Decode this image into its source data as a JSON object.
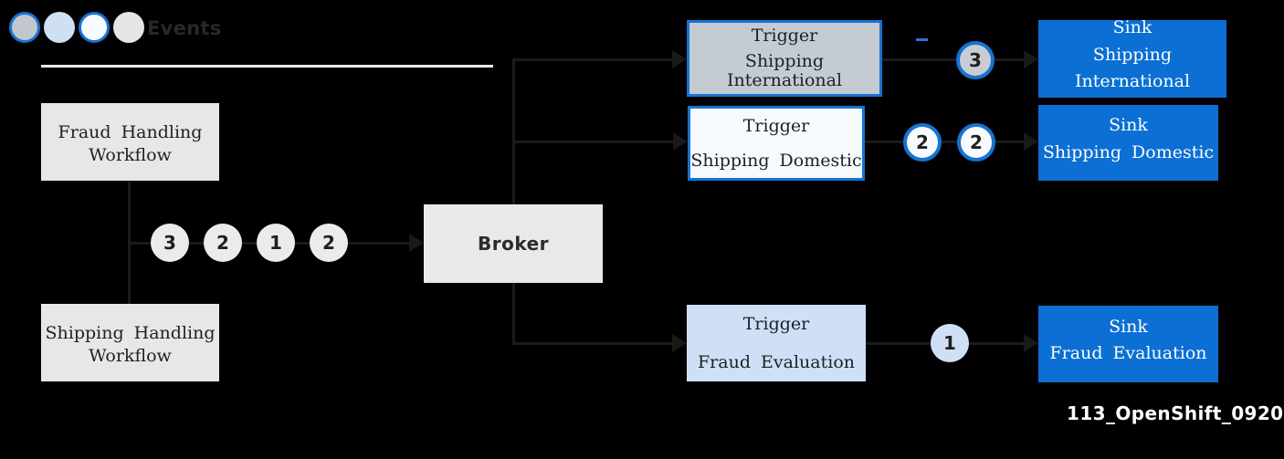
{
  "legend": {
    "title": "Events",
    "swatches": [
      {
        "name": "gray-ringed-event",
        "fill": "#c3c7cc",
        "ring": "#1673d2"
      },
      {
        "name": "light-blue-event",
        "fill": "#cfe0f4",
        "ring": ""
      },
      {
        "name": "white-ringed-event",
        "fill": "#f8fbfe",
        "ring": "#1673d2"
      },
      {
        "name": "light-gray-event",
        "fill": "#e6e6e4",
        "ring": ""
      }
    ]
  },
  "workflows": [
    {
      "line1": "Fraud Handling",
      "line2": "Workflow"
    },
    {
      "line1": "Shipping Handling",
      "line2": "Workflow"
    }
  ],
  "event_sequence": [
    "3",
    "2",
    "1",
    "2"
  ],
  "broker_label": "Broker",
  "triggers": [
    {
      "line1": "Trigger",
      "line2": "Shipping International"
    },
    {
      "line1": "Trigger",
      "line2": "Shipping Domestic"
    },
    {
      "line1": "Trigger",
      "line2": "Fraud Evaluation"
    }
  ],
  "route_badges": {
    "international": [
      "3"
    ],
    "domestic": [
      "2",
      "2"
    ],
    "fraud": [
      "1"
    ]
  },
  "sinks": [
    {
      "line1": "Sink",
      "line2": "Shipping International"
    },
    {
      "line1": "Sink",
      "line2": "Shipping Domestic"
    },
    {
      "line1": "Sink",
      "line2": "Fraud Evaluation"
    }
  ],
  "caption": "113_OpenShift_0920",
  "colors": {
    "background": "#000000",
    "sink_blue": "#0b6fd4",
    "ring_blue": "#1673d2",
    "trigger_international_fill": "#c5cbd2",
    "trigger_domestic_fill": "#f6fafd",
    "trigger_fraud_fill": "#cfe0f6",
    "workflow_box_gray": "#e7e7e7",
    "broker_box_gray": "#e9e9e9",
    "event_circle_gray": "#ebebeb",
    "connector_dark": "#1b1b1b",
    "divider_light": "#e9e9e9"
  }
}
